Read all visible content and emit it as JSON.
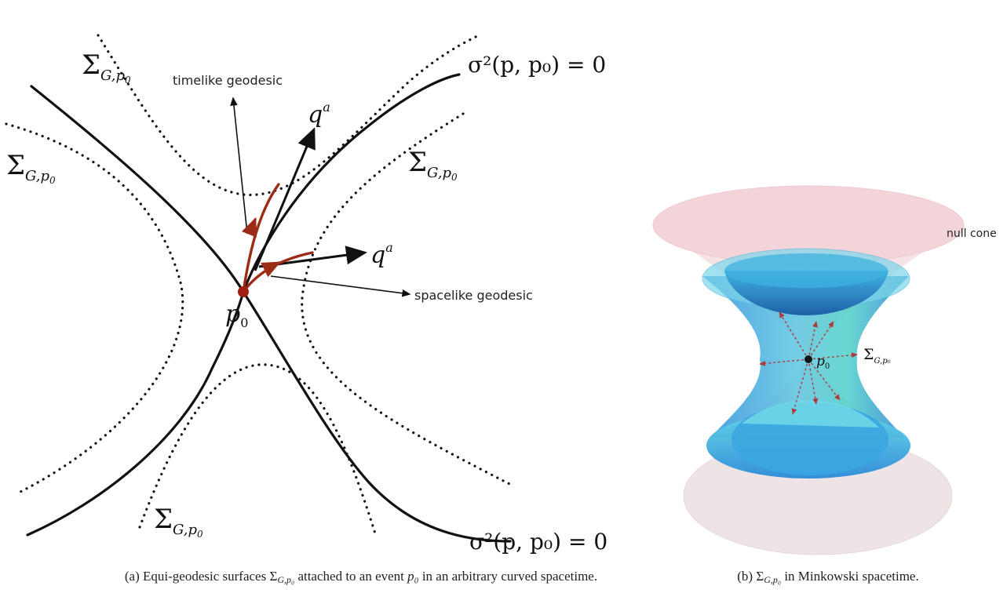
{
  "panel_a": {
    "labels": {
      "sigma": "Σ",
      "sigma_sub": "G,p",
      "sigma_subsub": "0",
      "timelike": "timelike geodesic",
      "spacelike": "spacelike geodesic",
      "q": "q",
      "q_sup": "a",
      "p0": "p",
      "p0_sub": "0",
      "null_eq": "σ²(p, p₀) = 0"
    },
    "caption": "(a) Equi-geodesic surfaces Σ",
    "caption_sub": "G,p₀",
    "caption_rest": " attached to an event ",
    "caption_p0": "p₀",
    "caption_end": " in an arbitrary curved spacetime.",
    "colors": {
      "curve": "#111111",
      "geodesic": "#9b2c16",
      "dot": "#a01f10"
    }
  },
  "panel_b": {
    "labels": {
      "null_cone": "null cone",
      "p0": "p",
      "p0_sub": "0",
      "sigma": "Σ",
      "sigma_sub": "G,p₀"
    },
    "caption": "(b) Σ",
    "caption_sub": "G,p₀",
    "caption_end": " in Minkowski spacetime.",
    "colors": {
      "cone": "#f3d3d6",
      "surface": "#2a8fd8",
      "surface_light": "#7fd4e8"
    }
  }
}
